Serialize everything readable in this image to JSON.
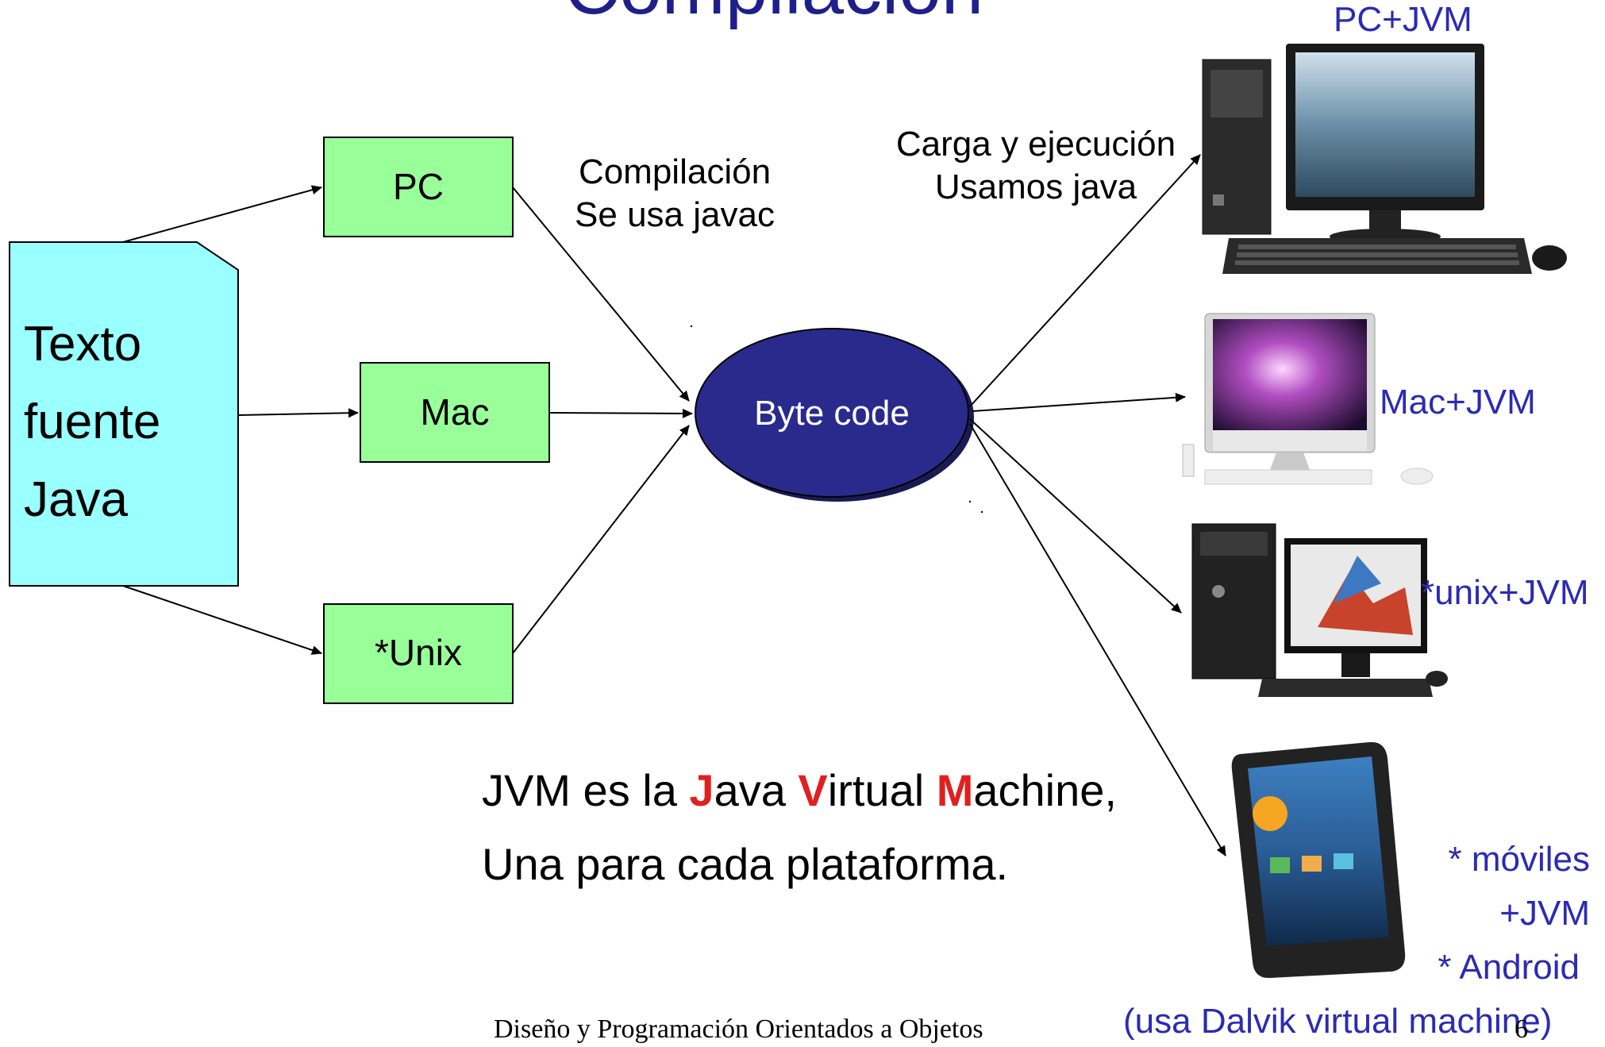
{
  "title": "Compilación",
  "source_box": {
    "line1": "Texto",
    "line2": "fuente",
    "line3": "Java"
  },
  "platform_boxes": {
    "pc": "PC",
    "mac": "Mac",
    "unix": "*Unix"
  },
  "bytecode_label": "Byte code",
  "compile_note": {
    "line1": "Compilación",
    "line2": "Se usa javac"
  },
  "load_note": {
    "line1": "Carga y ejecución",
    "line2": "Usamos java"
  },
  "targets": {
    "pc": "PC+JVM",
    "mac": "Mac+JVM",
    "unix": "*unix+JVM",
    "mobile_line1": "* móviles",
    "mobile_line2": "+JVM",
    "mobile_line3": "* Android",
    "mobile_line4": "(usa Dalvik virtual machine)"
  },
  "jvm_note": {
    "line1_parts": [
      "JVM es la ",
      "J",
      "ava ",
      "V",
      "irtual ",
      "M",
      "achine,"
    ],
    "line2": "Una para cada plataforma."
  },
  "footer": "Diseño y Programación Orientados a Objetos",
  "page_number": "6",
  "colors": {
    "source_fill": "#99ffff",
    "box_fill": "#99ff99",
    "ellipse_fill": "#2a2a8c",
    "ellipse_shadow": "#1a1a55",
    "title": "#1f1f8c",
    "platform_text": "#2b2bb3",
    "highlight": "#e02020"
  },
  "icons": [
    "desktop-pc-image",
    "imac-image",
    "workstation-image",
    "smartphone-image"
  ]
}
